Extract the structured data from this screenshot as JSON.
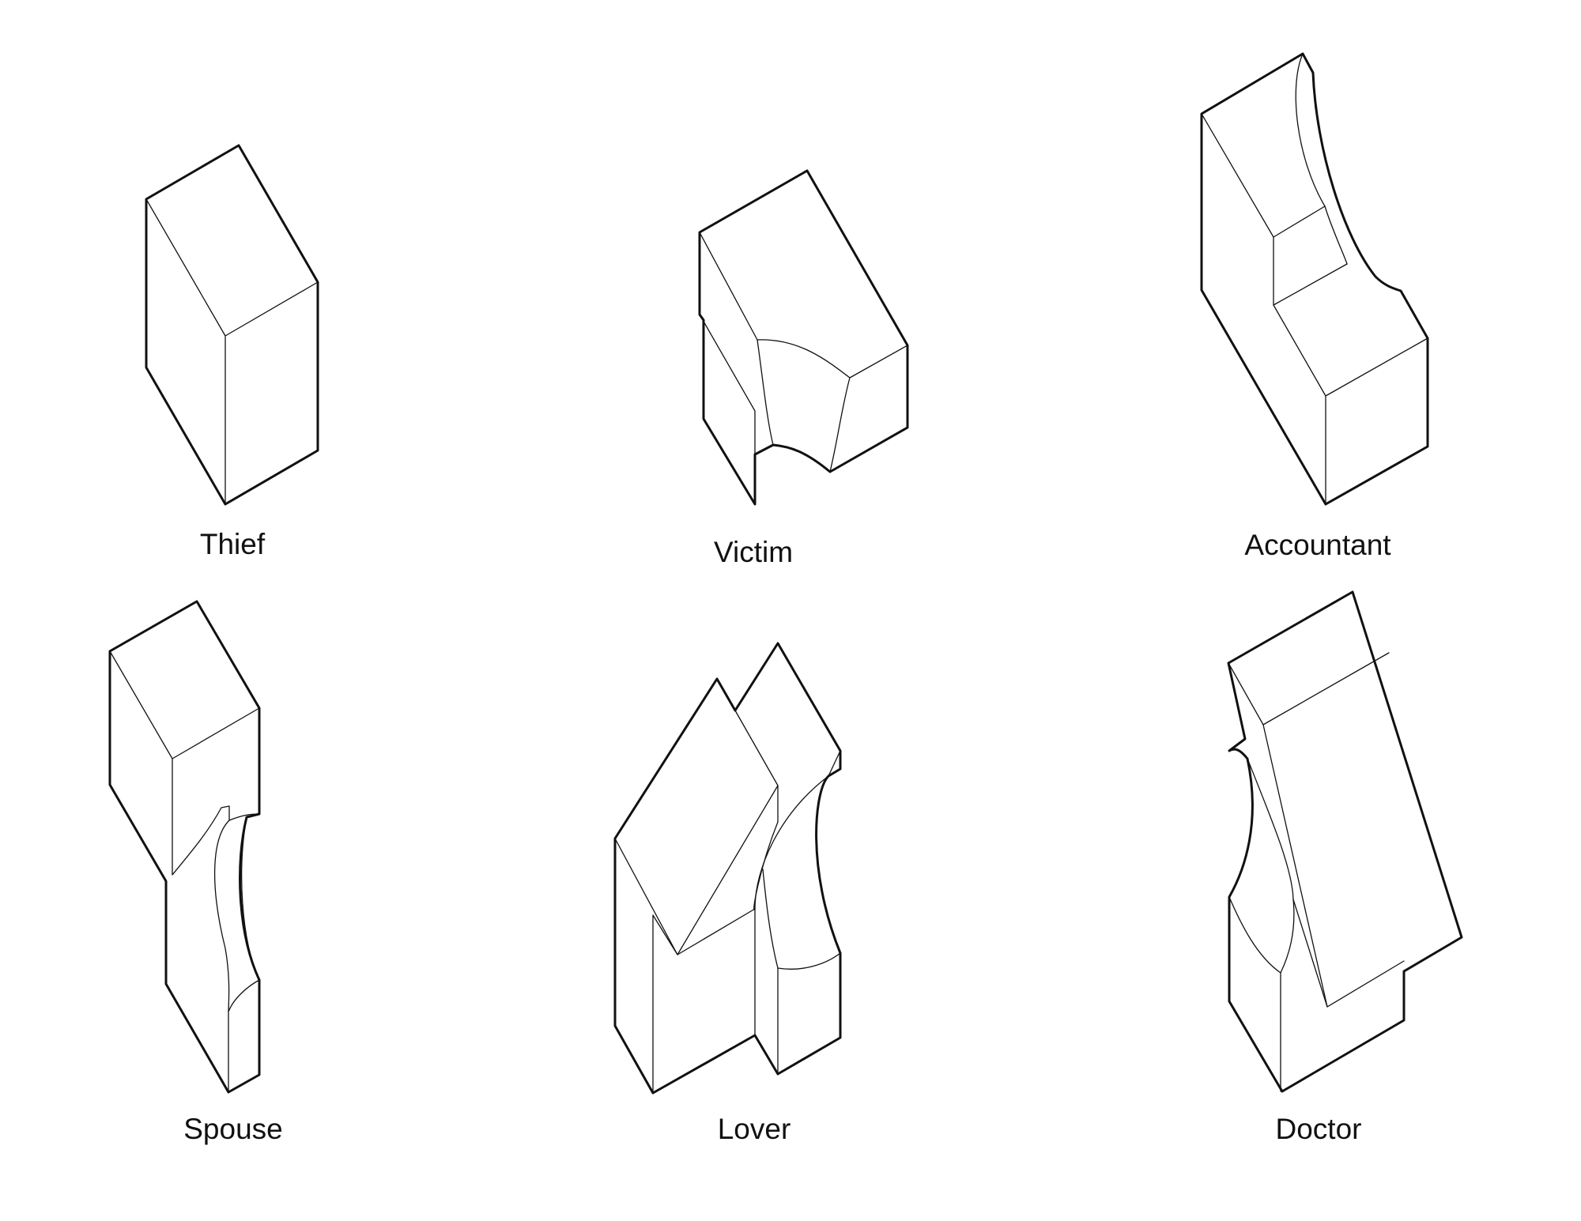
{
  "figures": [
    {
      "id": "thief",
      "label": "Thief",
      "icon": "block-icon"
    },
    {
      "id": "victim",
      "label": "Victim",
      "icon": "block-with-curved-notch-icon"
    },
    {
      "id": "accountant",
      "label": "Accountant",
      "icon": "block-with-concave-cut-icon"
    },
    {
      "id": "spouse",
      "label": "Spouse",
      "icon": "split-block-curved-icon"
    },
    {
      "id": "lover",
      "label": "Lover",
      "icon": "twin-gable-block-icon"
    },
    {
      "id": "doctor",
      "label": "Doctor",
      "icon": "tilted-slab-block-icon"
    }
  ],
  "colors": {
    "stroke": "#111111",
    "background": "#ffffff"
  }
}
